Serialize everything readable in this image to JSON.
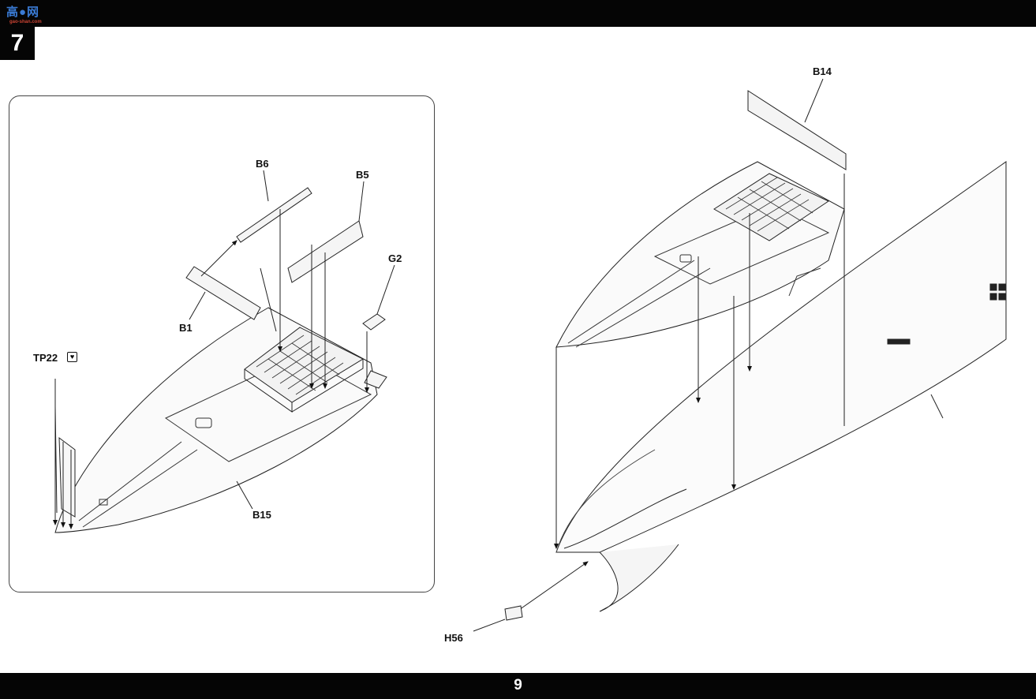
{
  "header": {
    "logo_text": "高●网",
    "logo_sub": "gao-shan.com",
    "step_number": "7"
  },
  "inset_labels": {
    "b6": "B6",
    "b5": "B5",
    "g2": "G2",
    "b1": "B1",
    "tp22": "TP22",
    "b15": "B15"
  },
  "main_labels": {
    "b14": "B14",
    "h56": "H56"
  },
  "footer": {
    "page_number": "9"
  },
  "icons": {
    "tp22_marker": "broken-heart-icon"
  }
}
